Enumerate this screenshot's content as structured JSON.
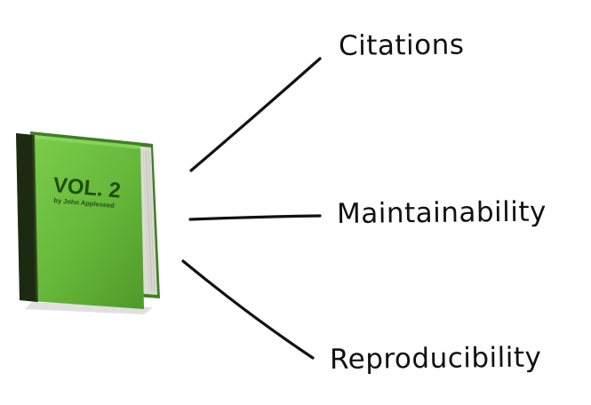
{
  "book": {
    "icon": "green-book-icon",
    "volume_text": "VOL. 2",
    "author_text": "by John Appleseed",
    "color_cover": "#6fc142",
    "color_spine": "#1c2a12"
  },
  "branches": [
    {
      "label": "Citations"
    },
    {
      "label": "Maintainability"
    },
    {
      "label": "Reproducibility"
    }
  ]
}
